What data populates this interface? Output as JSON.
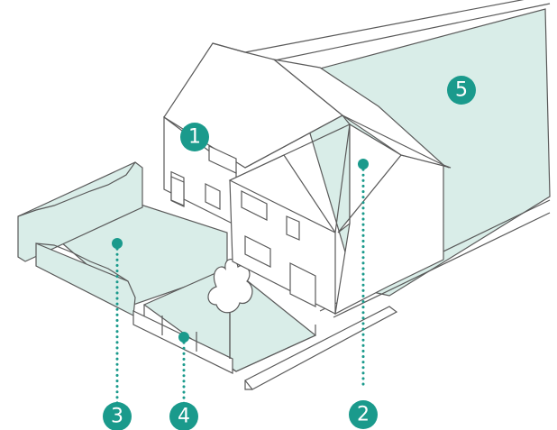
{
  "colors": {
    "accent": "#1a9a8c",
    "area_fill": "#d9ede8",
    "line": "#5a5a5a"
  },
  "markers": [
    {
      "id": "m1",
      "label": "1"
    },
    {
      "id": "m2",
      "label": "2"
    },
    {
      "id": "m3",
      "label": "3"
    },
    {
      "id": "m4",
      "label": "4"
    },
    {
      "id": "m5",
      "label": "5"
    }
  ]
}
